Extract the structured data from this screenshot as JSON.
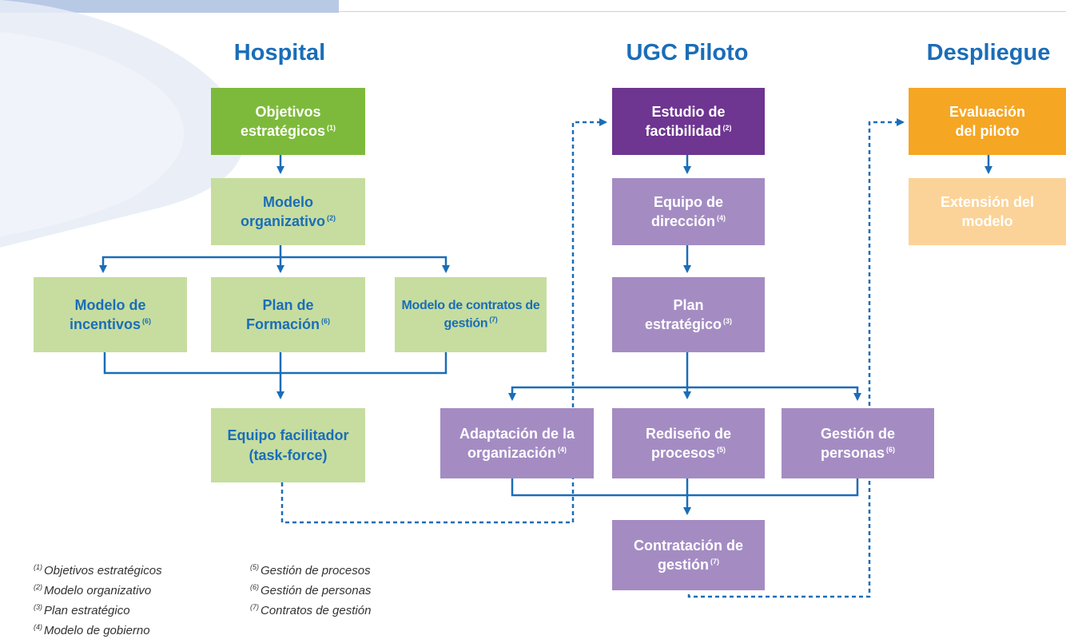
{
  "colors": {
    "blue_line": "#1a6db8",
    "green_dark": "#7dba3b",
    "green_light": "#c6dd9f",
    "purple_dark": "#6e3591",
    "purple_light": "#a48cc3",
    "orange_dark": "#f5a623",
    "orange_light": "#fbd398"
  },
  "headers": {
    "hospital": "Hospital",
    "ugc": "UGC Piloto",
    "despliegue": "Despliegue"
  },
  "boxes": {
    "objetivos": {
      "text": "Objetivos estratégicos",
      "sup": "(1)"
    },
    "modelo_org": {
      "text": "Modelo organizativo",
      "sup": "(2)"
    },
    "incentivos": {
      "text": "Modelo de incentivos",
      "sup": "(6)"
    },
    "formacion": {
      "text": "Plan de Formación",
      "sup": "(6)"
    },
    "contratos": {
      "text": "Modelo de contratos de gestión",
      "sup": "(7)"
    },
    "facilitador": {
      "text": "Equipo facilitador (task-force)",
      "sup": ""
    },
    "factibilidad": {
      "text": "Estudio de factibilidad",
      "sup": "(2)"
    },
    "direccion": {
      "text": "Equipo de dirección",
      "sup": "(4)"
    },
    "plan_estrategico": {
      "text": "Plan estratégico",
      "sup": "(3)"
    },
    "adaptacion": {
      "text": "Adaptación de la organización",
      "sup": "(4)"
    },
    "rediseno": {
      "text": "Rediseño de procesos",
      "sup": "(5)"
    },
    "personas": {
      "text": "Gestión de personas",
      "sup": "(6)"
    },
    "contratacion": {
      "text": "Contratación de gestión",
      "sup": "(7)"
    },
    "evaluacion": {
      "text": "Evaluación del piloto",
      "sup": ""
    },
    "extension": {
      "text": "Extensión del modelo",
      "sup": ""
    }
  },
  "legend_left": [
    {
      "sup": "(1)",
      "text": "Objetivos estratégicos"
    },
    {
      "sup": "(2)",
      "text": "Modelo organizativo"
    },
    {
      "sup": "(3)",
      "text": "Plan estratégico"
    },
    {
      "sup": "(4)",
      "text": "Modelo de gobierno"
    }
  ],
  "legend_right": [
    {
      "sup": "(5)",
      "text": "Gestión de procesos"
    },
    {
      "sup": "(6)",
      "text": "Gestión de personas"
    },
    {
      "sup": "(7)",
      "text": "Contratos de gestión"
    }
  ]
}
